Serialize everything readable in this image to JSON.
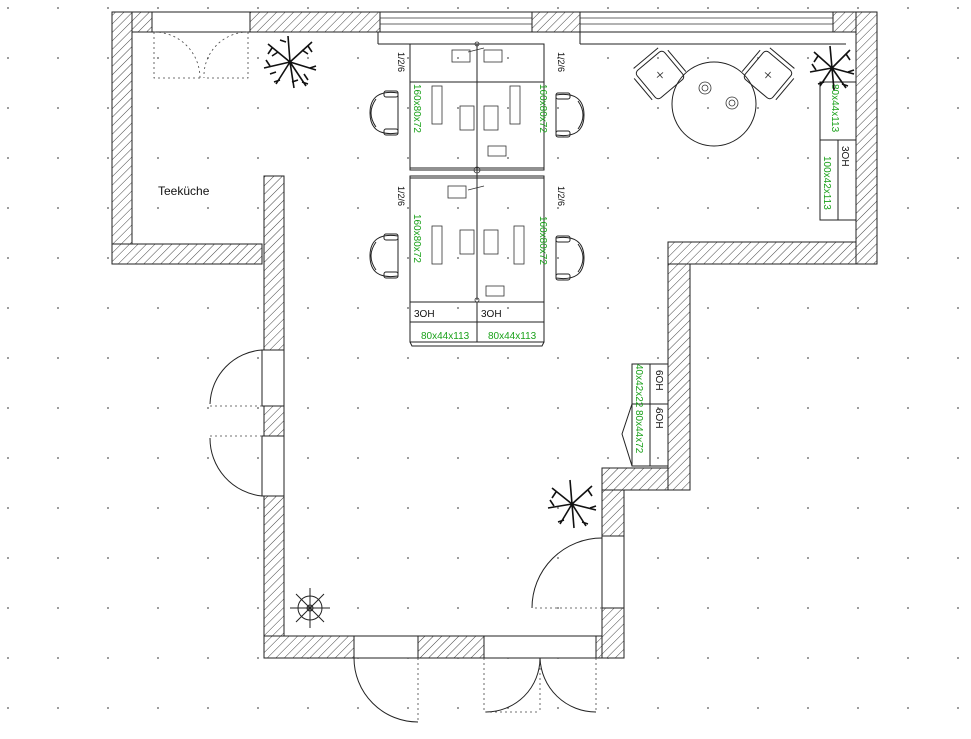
{
  "room_label": "Teeküche",
  "desk_dims": [
    "160x80x72",
    "160x80x72",
    "160x80x72",
    "160x80x72"
  ],
  "desk_grid_marks": [
    "1/2/6",
    "1/2/6",
    "1/2/6",
    "1/2/6"
  ],
  "cabinet_codes": [
    "3OH",
    "3OH"
  ],
  "cabinet_dims": [
    "80x44x113",
    "80x44x113"
  ],
  "right_cabinet": {
    "dim_top": "80x44x113",
    "code": "3OH",
    "dim_bottom": "100x42x113"
  },
  "wall_shelves": [
    {
      "dim": "40x42x22",
      "code": "6OH"
    },
    {
      "dim": "80x44x72",
      "code": "6OH"
    }
  ],
  "colors": {
    "dimension_text": "#1aa11a",
    "lines": "#222222",
    "background": "#ffffff"
  }
}
